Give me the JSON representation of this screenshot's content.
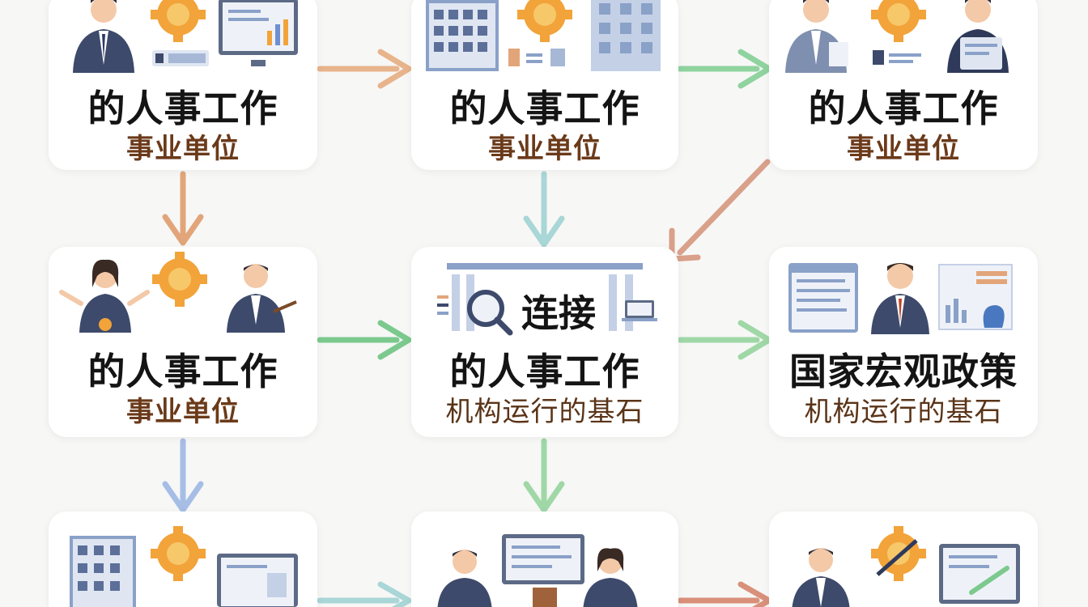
{
  "cards": [
    {
      "id": "r1c1",
      "title": "的人事工作",
      "subtitle": "事业单位"
    },
    {
      "id": "r1c2",
      "title": "的人事工作",
      "subtitle": "事业单位"
    },
    {
      "id": "r1c3",
      "title": "的人事工作",
      "subtitle": "事业单位"
    },
    {
      "id": "r2c1",
      "title": "的人事工作",
      "subtitle": "事业单位"
    },
    {
      "id": "r2c2",
      "keyword": "连接",
      "title": "的人事工作",
      "subtitle": "机构运行的基石"
    },
    {
      "id": "r2c3",
      "title": "国家宏观政策",
      "subtitle": "机构运行的基石"
    },
    {
      "id": "r3c1",
      "title": "",
      "subtitle": ""
    },
    {
      "id": "r3c2",
      "title": "",
      "subtitle": ""
    },
    {
      "id": "r3c3",
      "title": "",
      "subtitle": ""
    }
  ],
  "colors": {
    "orange_arrow": "#e2a57a",
    "green_arrow": "#7cc98e",
    "teal_arrow": "#9fcfcf",
    "blue_arrow": "#9fb8e0",
    "rose_arrow": "#d9a08a",
    "subtitle": "#6b3a1a",
    "gear": "#f2a33a"
  }
}
